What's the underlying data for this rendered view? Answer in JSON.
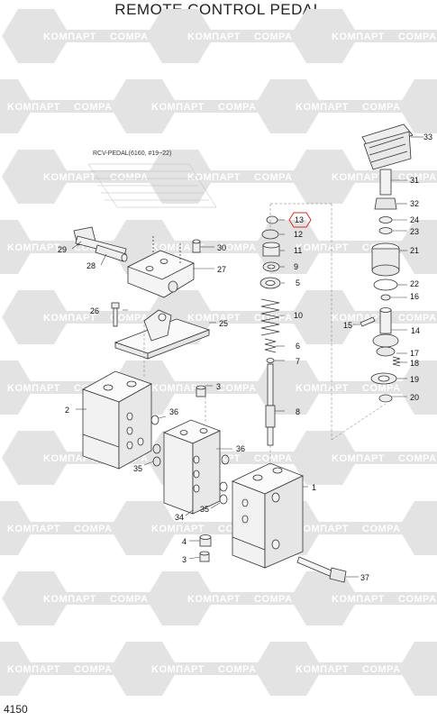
{
  "title": "REMOTE CONTROL PEDAL",
  "page_number": "4150",
  "caption": "RCV-PEDAL(6160, #19~22)",
  "watermark": {
    "text_a": "KOMПАРТ",
    "text_b": "COMPART",
    "color": "#e3e3e3"
  },
  "highlight_color": "#d0302a",
  "callouts": [
    "1",
    "2",
    "3",
    "3",
    "4",
    "5",
    "6",
    "7",
    "8",
    "9",
    "10",
    "11",
    "12",
    "13",
    "14",
    "15",
    "16",
    "17",
    "18",
    "19",
    "20",
    "21",
    "22",
    "23",
    "24",
    "25",
    "26",
    "27",
    "28",
    "29",
    "30",
    "31",
    "32",
    "33",
    "34",
    "35",
    "35",
    "36",
    "36",
    "37"
  ]
}
